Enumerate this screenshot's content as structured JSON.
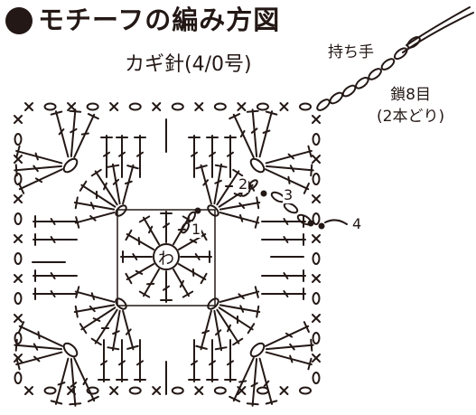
{
  "title": "モチーフの編み方図",
  "hook": "カギ針(4/0号)",
  "handle": {
    "label": "持ち手",
    "chain_label": "鎖8目",
    "chain_note": "(2本どり)"
  },
  "rounds": [
    "1",
    "2",
    "3",
    "4"
  ],
  "center_ring": "わ",
  "colors": {
    "ink": "#231815",
    "paper": "#ffffff"
  }
}
